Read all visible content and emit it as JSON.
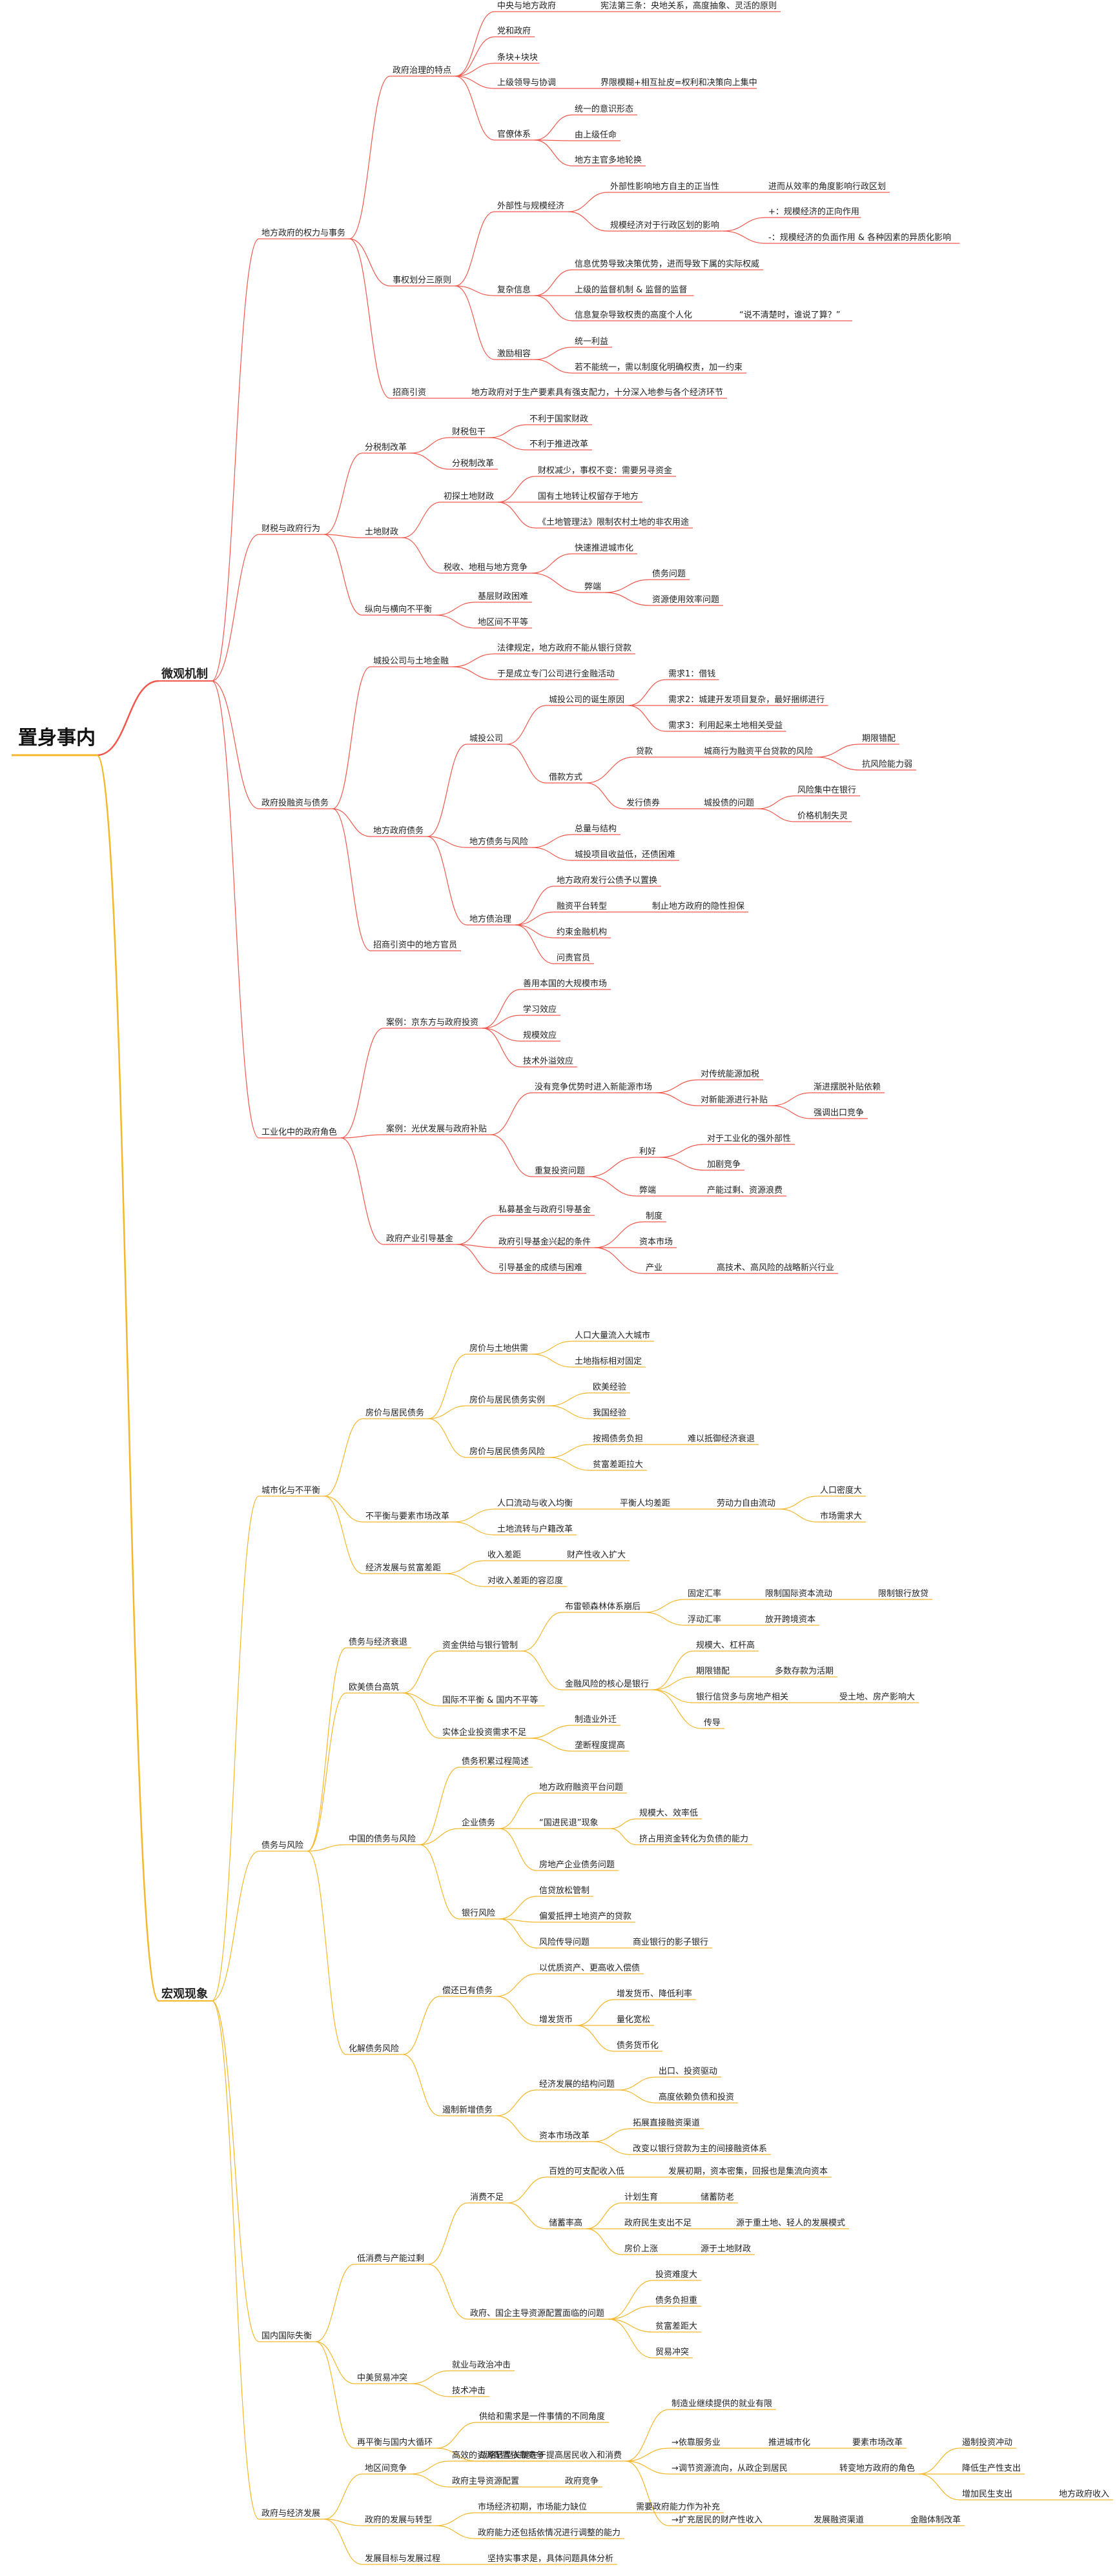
{
  "title": "置身事内",
  "colors": {
    "red": "#f0584d",
    "orange": "#f4b72a",
    "text": "#222222",
    "rootUnderline": "#f4b72a"
  },
  "nodes": [
    {
      "id": "root",
      "label": "置身事内"
    },
    {
      "id": "micro",
      "label": "微观机制",
      "parent": "root"
    },
    {
      "id": "m1",
      "label": "地方政府的权力与事务",
      "parent": "micro"
    },
    {
      "id": "m1a",
      "label": "政府治理的特点",
      "parent": "m1"
    },
    {
      "id": "m1a1",
      "label": "中央与地方政府",
      "parent": "m1a"
    },
    {
      "id": "m1a1a",
      "label": "宪法第三条：央地关系，高度抽象、灵活的原则",
      "parent": "m1a1"
    },
    {
      "id": "m1a2",
      "label": "党和政府",
      "parent": "m1a"
    },
    {
      "id": "m1a3",
      "label": "条块+块块",
      "parent": "m1a"
    },
    {
      "id": "m1a4",
      "label": "上级领导与协调",
      "parent": "m1a"
    },
    {
      "id": "m1a4a",
      "label": "界限模糊+相互扯皮=权利和决策向上集中",
      "parent": "m1a4"
    },
    {
      "id": "m1a5",
      "label": "官僚体系",
      "parent": "m1a"
    },
    {
      "id": "m1a5a",
      "label": "统一的意识形态",
      "parent": "m1a5"
    },
    {
      "id": "m1a5b",
      "label": "由上级任命",
      "parent": "m1a5"
    },
    {
      "id": "m1a5c",
      "label": "地方主官多地轮换",
      "parent": "m1a5"
    },
    {
      "id": "m1b",
      "label": "事权划分三原则",
      "parent": "m1"
    },
    {
      "id": "m1b1",
      "label": "外部性与规模经济",
      "parent": "m1b"
    },
    {
      "id": "m1b1a",
      "label": "外部性影响地方自主的正当性",
      "parent": "m1b1"
    },
    {
      "id": "m1b1a1",
      "label": "进而从效率的角度影响行政区划",
      "parent": "m1b1a"
    },
    {
      "id": "m1b1b",
      "label": "规模经济对于行政区划的影响",
      "parent": "m1b1"
    },
    {
      "id": "m1b1b1",
      "label": "+：规模经济的正向作用",
      "parent": "m1b1b"
    },
    {
      "id": "m1b1b2",
      "label": "-：规模经济的负面作用 & 各种因素的异质化影响",
      "parent": "m1b1b"
    },
    {
      "id": "m1b2",
      "label": "复杂信息",
      "parent": "m1b"
    },
    {
      "id": "m1b2a",
      "label": "信息优势导致决策优势，进而导致下属的实际权威",
      "parent": "m1b2"
    },
    {
      "id": "m1b2b",
      "label": "上级的监督机制 & 监督的监督",
      "parent": "m1b2"
    },
    {
      "id": "m1b2c",
      "label": "信息复杂导致权责的高度个人化",
      "parent": "m1b2"
    },
    {
      "id": "m1b2c1",
      "label": "“说不清楚时，谁说了算？”",
      "parent": "m1b2c"
    },
    {
      "id": "m1b3",
      "label": "激励相容",
      "parent": "m1b"
    },
    {
      "id": "m1b3a",
      "label": "统一利益",
      "parent": "m1b3"
    },
    {
      "id": "m1b3b",
      "label": "若不能统一，需以制度化明确权责，加一约束",
      "parent": "m1b3"
    },
    {
      "id": "m1c",
      "label": "招商引资",
      "parent": "m1"
    },
    {
      "id": "m1c1",
      "label": "地方政府对于生产要素具有强支配力，十分深入地参与各个经济环节",
      "parent": "m1c"
    },
    {
      "id": "m2",
      "label": "财税与政府行为",
      "parent": "micro"
    },
    {
      "id": "m2a",
      "label": "分税制改革",
      "parent": "m2"
    },
    {
      "id": "m2a1",
      "label": "财税包干",
      "parent": "m2a"
    },
    {
      "id": "m2a1a",
      "label": "不利于国家财政",
      "parent": "m2a1"
    },
    {
      "id": "m2a1b",
      "label": "不利于推进改革",
      "parent": "m2a1"
    },
    {
      "id": "m2a2",
      "label": "分税制改革",
      "parent": "m2a"
    },
    {
      "id": "m2b",
      "label": "土地财政",
      "parent": "m2"
    },
    {
      "id": "m2b1",
      "label": "初探土地财政",
      "parent": "m2b"
    },
    {
      "id": "m2b1a",
      "label": "财权减少，事权不变：需要另寻资金",
      "parent": "m2b1"
    },
    {
      "id": "m2b1b",
      "label": "国有土地转让权留存于地方",
      "parent": "m2b1"
    },
    {
      "id": "m2b1c",
      "label": "《土地管理法》限制农村土地的非农用途",
      "parent": "m2b1"
    },
    {
      "id": "m2b2",
      "label": "税收、地租与地方竞争",
      "parent": "m2b"
    },
    {
      "id": "m2b2a",
      "label": "快速推进城市化",
      "parent": "m2b2"
    },
    {
      "id": "m2b2b",
      "label": "弊端",
      "parent": "m2b2"
    },
    {
      "id": "m2b2b1",
      "label": "债务问题",
      "parent": "m2b2b"
    },
    {
      "id": "m2b2b2",
      "label": "资源使用效率问题",
      "parent": "m2b2b"
    },
    {
      "id": "m2c",
      "label": "纵向与横向不平衡",
      "parent": "m2"
    },
    {
      "id": "m2c1",
      "label": "基层财政困难",
      "parent": "m2c"
    },
    {
      "id": "m2c2",
      "label": "地区间不平等",
      "parent": "m2c"
    },
    {
      "id": "m3",
      "label": "政府投融资与债务",
      "parent": "micro"
    },
    {
      "id": "m3a",
      "label": "城投公司与土地金融",
      "parent": "m3"
    },
    {
      "id": "m3a1",
      "label": "法律规定，地方政府不能从银行贷款",
      "parent": "m3a"
    },
    {
      "id": "m3a2",
      "label": "于是成立专门公司进行金融活动",
      "parent": "m3a"
    },
    {
      "id": "m3b",
      "label": "地方政府债务",
      "parent": "m3"
    },
    {
      "id": "m3b1",
      "label": "城投公司",
      "parent": "m3b"
    },
    {
      "id": "m3b1a",
      "label": "城投公司的诞生原因",
      "parent": "m3b1"
    },
    {
      "id": "m3b1a1",
      "label": "需求1：借钱",
      "parent": "m3b1a"
    },
    {
      "id": "m3b1a2",
      "label": "需求2：城建开发项目复杂，最好捆绑进行",
      "parent": "m3b1a"
    },
    {
      "id": "m3b1a3",
      "label": "需求3：利用起来土地相关受益",
      "parent": "m3b1a"
    },
    {
      "id": "m3b1b",
      "label": "借款方式",
      "parent": "m3b1"
    },
    {
      "id": "m3b1b1",
      "label": "贷款",
      "parent": "m3b1b"
    },
    {
      "id": "m3b1b1a",
      "label": "城商行为融资平台贷款的风险",
      "parent": "m3b1b1"
    },
    {
      "id": "m3b1b1a1",
      "label": "期限错配",
      "parent": "m3b1b1a"
    },
    {
      "id": "m3b1b1a2",
      "label": "抗风险能力弱",
      "parent": "m3b1b1a"
    },
    {
      "id": "m3b1b2",
      "label": "发行债券",
      "parent": "m3b1b"
    },
    {
      "id": "m3b1b2a",
      "label": "城投债的问题",
      "parent": "m3b1b2"
    },
    {
      "id": "m3b1b2a1",
      "label": "风险集中在银行",
      "parent": "m3b1b2a"
    },
    {
      "id": "m3b1b2a2",
      "label": "价格机制失灵",
      "parent": "m3b1b2a"
    },
    {
      "id": "m3b2",
      "label": "地方债务与风险",
      "parent": "m3b"
    },
    {
      "id": "m3b2a",
      "label": "总量与结构",
      "parent": "m3b2"
    },
    {
      "id": "m3b2b",
      "label": "城投项目收益低，还债困难",
      "parent": "m3b2"
    },
    {
      "id": "m3b3",
      "label": "地方债治理",
      "parent": "m3b"
    },
    {
      "id": "m3b3a",
      "label": "地方政府发行公债予以置换",
      "parent": "m3b3"
    },
    {
      "id": "m3b3b",
      "label": "融资平台转型",
      "parent": "m3b3"
    },
    {
      "id": "m3b3b1",
      "label": "制止地方政府的隐性担保",
      "parent": "m3b3b"
    },
    {
      "id": "m3b3c",
      "label": "约束金融机构",
      "parent": "m3b3"
    },
    {
      "id": "m3b3d",
      "label": "问责官员",
      "parent": "m3b3"
    },
    {
      "id": "m3c",
      "label": "招商引资中的地方官员",
      "parent": "m3"
    },
    {
      "id": "m4",
      "label": "工业化中的政府角色",
      "parent": "micro"
    },
    {
      "id": "m4a",
      "label": "案例：京东方与政府投资",
      "parent": "m4"
    },
    {
      "id": "m4a1",
      "label": "善用本国的大规模市场",
      "parent": "m4a"
    },
    {
      "id": "m4a2",
      "label": "学习效应",
      "parent": "m4a"
    },
    {
      "id": "m4a3",
      "label": "规模效应",
      "parent": "m4a"
    },
    {
      "id": "m4a4",
      "label": "技术外溢效应",
      "parent": "m4a"
    },
    {
      "id": "m4b",
      "label": "案例：光伏发展与政府补贴",
      "parent": "m4"
    },
    {
      "id": "m4b1",
      "label": "没有竞争优势时进入新能源市场",
      "parent": "m4b"
    },
    {
      "id": "m4b1a",
      "label": "对传统能源加税",
      "parent": "m4b1"
    },
    {
      "id": "m4b1b",
      "label": "对新能源进行补贴",
      "parent": "m4b1"
    },
    {
      "id": "m4b1b1",
      "label": "渐进摆脱补贴依赖",
      "parent": "m4b1b"
    },
    {
      "id": "m4b1b2",
      "label": "强调出口竞争",
      "parent": "m4b1b"
    },
    {
      "id": "m4b2",
      "label": "重复投资问题",
      "parent": "m4b"
    },
    {
      "id": "m4b2a",
      "label": "利好",
      "parent": "m4b2"
    },
    {
      "id": "m4b2a1",
      "label": "对于工业化的强外部性",
      "parent": "m4b2a"
    },
    {
      "id": "m4b2a2",
      "label": "加剧竞争",
      "parent": "m4b2a"
    },
    {
      "id": "m4b2b",
      "label": "弊端",
      "parent": "m4b2"
    },
    {
      "id": "m4b2b1",
      "label": "产能过剩、资源浪费",
      "parent": "m4b2b"
    },
    {
      "id": "m4c",
      "label": "政府产业引导基金",
      "parent": "m4"
    },
    {
      "id": "m4c1",
      "label": "私募基金与政府引导基金",
      "parent": "m4c"
    },
    {
      "id": "m4c2",
      "label": "政府引导基金兴起的条件",
      "parent": "m4c"
    },
    {
      "id": "m4c2a",
      "label": "制度",
      "parent": "m4c2"
    },
    {
      "id": "m4c2b",
      "label": "资本市场",
      "parent": "m4c2"
    },
    {
      "id": "m4c2c",
      "label": "产业",
      "parent": "m4c2"
    },
    {
      "id": "m4c2c1",
      "label": "高技术、高风险的战略新兴行业",
      "parent": "m4c2c"
    },
    {
      "id": "m4c3",
      "label": "引导基金的成绩与困难",
      "parent": "m4c"
    },
    {
      "id": "macro",
      "label": "宏观现象",
      "parent": "root"
    },
    {
      "id": "n1",
      "label": "城市化与不平衡",
      "parent": "macro"
    },
    {
      "id": "n1a",
      "label": "房价与居民债务",
      "parent": "n1"
    },
    {
      "id": "n1a1",
      "label": "房价与土地供需",
      "parent": "n1a"
    },
    {
      "id": "n1a1a",
      "label": "人口大量流入大城市",
      "parent": "n1a1"
    },
    {
      "id": "n1a1b",
      "label": "土地指标相对固定",
      "parent": "n1a1"
    },
    {
      "id": "n1a2",
      "label": "房价与居民债务实例",
      "parent": "n1a"
    },
    {
      "id": "n1a2a",
      "label": "欧美经验",
      "parent": "n1a2"
    },
    {
      "id": "n1a2b",
      "label": "我国经验",
      "parent": "n1a2"
    },
    {
      "id": "n1a3",
      "label": "房价与居民债务风险",
      "parent": "n1a"
    },
    {
      "id": "n1a3a",
      "label": "按揭债务负担",
      "parent": "n1a3"
    },
    {
      "id": "n1a3a1",
      "label": "难以抵御经济衰退",
      "parent": "n1a3a"
    },
    {
      "id": "n1a3b",
      "label": "贫富差距拉大",
      "parent": "n1a3"
    },
    {
      "id": "n1b",
      "label": "不平衡与要素市场改革",
      "parent": "n1"
    },
    {
      "id": "n1b1",
      "label": "人口流动与收入均衡",
      "parent": "n1b"
    },
    {
      "id": "n1b1a",
      "label": "平衡人均差距",
      "parent": "n1b1"
    },
    {
      "id": "n1b1a1",
      "label": "劳动力自由流动",
      "parent": "n1b1a"
    },
    {
      "id": "n1b1a1a",
      "label": "人口密度大",
      "parent": "n1b1a1"
    },
    {
      "id": "n1b1a1b",
      "label": "市场需求大",
      "parent": "n1b1a1"
    },
    {
      "id": "n1b2",
      "label": "土地流转与户籍改革",
      "parent": "n1b"
    },
    {
      "id": "n1c",
      "label": "经济发展与贫富差距",
      "parent": "n1"
    },
    {
      "id": "n1c1",
      "label": "收入差距",
      "parent": "n1c"
    },
    {
      "id": "n1c1a",
      "label": "财产性收入扩大",
      "parent": "n1c1"
    },
    {
      "id": "n1c2",
      "label": "对收入差距的容忍度",
      "parent": "n1c"
    },
    {
      "id": "n2",
      "label": "债务与风险",
      "parent": "macro"
    },
    {
      "id": "n2a",
      "label": "债务与经济衰退",
      "parent": "n2"
    },
    {
      "id": "n2b",
      "label": "欧美债台高筑",
      "parent": "n2"
    },
    {
      "id": "n2b1",
      "label": "资金供给与银行管制",
      "parent": "n2b"
    },
    {
      "id": "n2b1a",
      "label": "布雷顿森林体系崩后",
      "parent": "n2b1"
    },
    {
      "id": "n2b1a1",
      "label": "固定汇率",
      "parent": "n2b1a"
    },
    {
      "id": "n2b1a1a",
      "label": "限制国际资本流动",
      "parent": "n2b1a1"
    },
    {
      "id": "n2b1a1a1",
      "label": "限制银行放贷",
      "parent": "n2b1a1a"
    },
    {
      "id": "n2b1a2",
      "label": "浮动汇率",
      "parent": "n2b1a"
    },
    {
      "id": "n2b1a2a",
      "label": "放开跨境资本",
      "parent": "n2b1a2"
    },
    {
      "id": "n2b1b",
      "label": "金融风险的核心是银行",
      "parent": "n2b1"
    },
    {
      "id": "n2b1b1",
      "label": "规模大、杠杆高",
      "parent": "n2b1b"
    },
    {
      "id": "n2b1b2",
      "label": "期限错配",
      "parent": "n2b1b"
    },
    {
      "id": "n2b1b2a",
      "label": "多数存款为活期",
      "parent": "n2b1b2"
    },
    {
      "id": "n2b1b3",
      "label": "银行信贷多与房地产相关",
      "parent": "n2b1b"
    },
    {
      "id": "n2b1b3a",
      "label": "受土地、房产影响大",
      "parent": "n2b1b3"
    },
    {
      "id": "n2b1b4",
      "label": "传导",
      "parent": "n2b1b"
    },
    {
      "id": "n2b2",
      "label": "国际不平衡 & 国内不平等",
      "parent": "n2b"
    },
    {
      "id": "n2b3",
      "label": "实体企业投资需求不足",
      "parent": "n2b"
    },
    {
      "id": "n2b3a",
      "label": "制造业外迁",
      "parent": "n2b3"
    },
    {
      "id": "n2b3b",
      "label": "垄断程度提高",
      "parent": "n2b3"
    },
    {
      "id": "n2c",
      "label": "中国的债务与风险",
      "parent": "n2"
    },
    {
      "id": "n2c1",
      "label": "债务积累过程简述",
      "parent": "n2c"
    },
    {
      "id": "n2c2",
      "label": "企业债务",
      "parent": "n2c"
    },
    {
      "id": "n2c2a",
      "label": "地方政府融资平台问题",
      "parent": "n2c2"
    },
    {
      "id": "n2c2b",
      "label": "“国进民退”现象",
      "parent": "n2c2"
    },
    {
      "id": "n2c2b1",
      "label": "规模大、效率低",
      "parent": "n2c2b"
    },
    {
      "id": "n2c2b2",
      "label": "挤占用资金转化为负债的能力",
      "parent": "n2c2b"
    },
    {
      "id": "n2c2c",
      "label": "房地产企业债务问题",
      "parent": "n2c2"
    },
    {
      "id": "n2c3",
      "label": "银行风险",
      "parent": "n2c"
    },
    {
      "id": "n2c3a",
      "label": "信贷放松管制",
      "parent": "n2c3"
    },
    {
      "id": "n2c3b",
      "label": "偏爱抵押土地资产的贷款",
      "parent": "n2c3"
    },
    {
      "id": "n2c3c",
      "label": "风险传导问题",
      "parent": "n2c3"
    },
    {
      "id": "n2c3c1",
      "label": "商业银行的影子银行",
      "parent": "n2c3c"
    },
    {
      "id": "n2d",
      "label": "化解债务风险",
      "parent": "n2"
    },
    {
      "id": "n2d1",
      "label": "偿还已有债务",
      "parent": "n2d"
    },
    {
      "id": "n2d1a",
      "label": "以优质资产、更高收入偿债",
      "parent": "n2d1"
    },
    {
      "id": "n2d1b",
      "label": "增发货币",
      "parent": "n2d1"
    },
    {
      "id": "n2d1b1",
      "label": "增发货币、降低利率",
      "parent": "n2d1b"
    },
    {
      "id": "n2d1b2",
      "label": "量化宽松",
      "parent": "n2d1b"
    },
    {
      "id": "n2d1b3",
      "label": "债务货币化",
      "parent": "n2d1b"
    },
    {
      "id": "n2d2",
      "label": "遏制新增债务",
      "parent": "n2d"
    },
    {
      "id": "n2d2a",
      "label": "经济发展的结构问题",
      "parent": "n2d2"
    },
    {
      "id": "n2d2a1",
      "label": "出口、投资驱动",
      "parent": "n2d2a"
    },
    {
      "id": "n2d2a2",
      "label": "高度依赖负债和投资",
      "parent": "n2d2a"
    },
    {
      "id": "n2d2b",
      "label": "资本市场改革",
      "parent": "n2d2"
    },
    {
      "id": "n2d2b1",
      "label": "拓展直接融资渠道",
      "parent": "n2d2b"
    },
    {
      "id": "n2d2b2",
      "label": "改变以银行贷款为主的间接融资体系",
      "parent": "n2d2b"
    },
    {
      "id": "n3",
      "label": "国内国际失衡",
      "parent": "macro"
    },
    {
      "id": "n3a",
      "label": "低消费与产能过剩",
      "parent": "n3"
    },
    {
      "id": "n3a1",
      "label": "消费不足",
      "parent": "n3a"
    },
    {
      "id": "n3a1a",
      "label": "百姓的可支配收入低",
      "parent": "n3a1"
    },
    {
      "id": "n3a1a1",
      "label": "发展初期，资本密集，回报也是集流向资本",
      "parent": "n3a1a"
    },
    {
      "id": "n3a1b",
      "label": "储蓄率高",
      "parent": "n3a1"
    },
    {
      "id": "n3a1b1",
      "label": "计划生育",
      "parent": "n3a1b"
    },
    {
      "id": "n3a1b1a",
      "label": "储蓄防老",
      "parent": "n3a1b1"
    },
    {
      "id": "n3a1b2",
      "label": "政府民生支出不足",
      "parent": "n3a1b"
    },
    {
      "id": "n3a1b2a",
      "label": "源于重土地、轻人的发展模式",
      "parent": "n3a1b2"
    },
    {
      "id": "n3a1b3",
      "label": "房价上涨",
      "parent": "n3a1b"
    },
    {
      "id": "n3a1b3a",
      "label": "源于土地财政",
      "parent": "n3a1b3"
    },
    {
      "id": "n3a2",
      "label": "政府、国企主导资源配置面临的问题",
      "parent": "n3a"
    },
    {
      "id": "n3a2a",
      "label": "投资难度大",
      "parent": "n3a2"
    },
    {
      "id": "n3a2b",
      "label": "债务负担重",
      "parent": "n3a2"
    },
    {
      "id": "n3a2c",
      "label": "贫富差距大",
      "parent": "n3a2"
    },
    {
      "id": "n3a2d",
      "label": "贸易冲突",
      "parent": "n3a2"
    },
    {
      "id": "n3b",
      "label": "中美贸易冲突",
      "parent": "n3"
    },
    {
      "id": "n3b1",
      "label": "就业与政治冲击",
      "parent": "n3b"
    },
    {
      "id": "n3b2",
      "label": "技术冲击",
      "parent": "n3b"
    },
    {
      "id": "n3c",
      "label": "再平衡与国内大循环",
      "parent": "n3"
    },
    {
      "id": "n3c1",
      "label": "供给和需求是一件事情的不同角度",
      "parent": "n3c"
    },
    {
      "id": "n3c2",
      "label": "战略转型关键在于提高居民收入和消费",
      "parent": "n3c"
    },
    {
      "id": "n3c2a",
      "label": "制造业继续提供的就业有限",
      "parent": "n3c2"
    },
    {
      "id": "n3c2b",
      "label": "→依靠服务业",
      "parent": "n3c2"
    },
    {
      "id": "n3c2b1",
      "label": "推进城市化",
      "parent": "n3c2b"
    },
    {
      "id": "n3c2b1a",
      "label": "要素市场改革",
      "parent": "n3c2b1"
    },
    {
      "id": "n3c2c",
      "label": "→调节资源流向，从政企到居民",
      "parent": "n3c2"
    },
    {
      "id": "n3c2c1",
      "label": "转变地方政府的角色",
      "parent": "n3c2c"
    },
    {
      "id": "n3c2c1a",
      "label": "遏制投资冲动",
      "parent": "n3c2c1"
    },
    {
      "id": "n3c2c1b",
      "label": "降低生产性支出",
      "parent": "n3c2c1"
    },
    {
      "id": "n3c2c1c",
      "label": "增加民生支出",
      "parent": "n3c2c1"
    },
    {
      "id": "n3c2c1c1",
      "label": "地方政府收入",
      "parent": "n3c2c1c"
    },
    {
      "id": "n3c2d",
      "label": "→扩充居民的财产性收入",
      "parent": "n3c2"
    },
    {
      "id": "n3c2d1",
      "label": "发展融资渠道",
      "parent": "n3c2d"
    },
    {
      "id": "n3c2d1a",
      "label": "金融体制改革",
      "parent": "n3c2d1"
    },
    {
      "id": "n4",
      "label": "政府与经济发展",
      "parent": "macro"
    },
    {
      "id": "n4a",
      "label": "地区间竞争",
      "parent": "n4"
    },
    {
      "id": "n4a1",
      "label": "高效的资源配置依靠竞争",
      "parent": "n4a"
    },
    {
      "id": "n4a2",
      "label": "政府主导资源配置",
      "parent": "n4a"
    },
    {
      "id": "n4a2a",
      "label": "政府竞争",
      "parent": "n4a2"
    },
    {
      "id": "n4b",
      "label": "政府的发展与转型",
      "parent": "n4"
    },
    {
      "id": "n4b1",
      "label": "市场经济初期，市场能力缺位",
      "parent": "n4b"
    },
    {
      "id": "n4b1a",
      "label": "需要政府能力作为补充",
      "parent": "n4b1"
    },
    {
      "id": "n4b2",
      "label": "政府能力还包括依情况进行调整的能力",
      "parent": "n4b"
    },
    {
      "id": "n4c",
      "label": "发展目标与发展过程",
      "parent": "n4"
    },
    {
      "id": "n4c1",
      "label": "坚持实事求是，具体问题具体分析",
      "parent": "n4c"
    }
  ]
}
